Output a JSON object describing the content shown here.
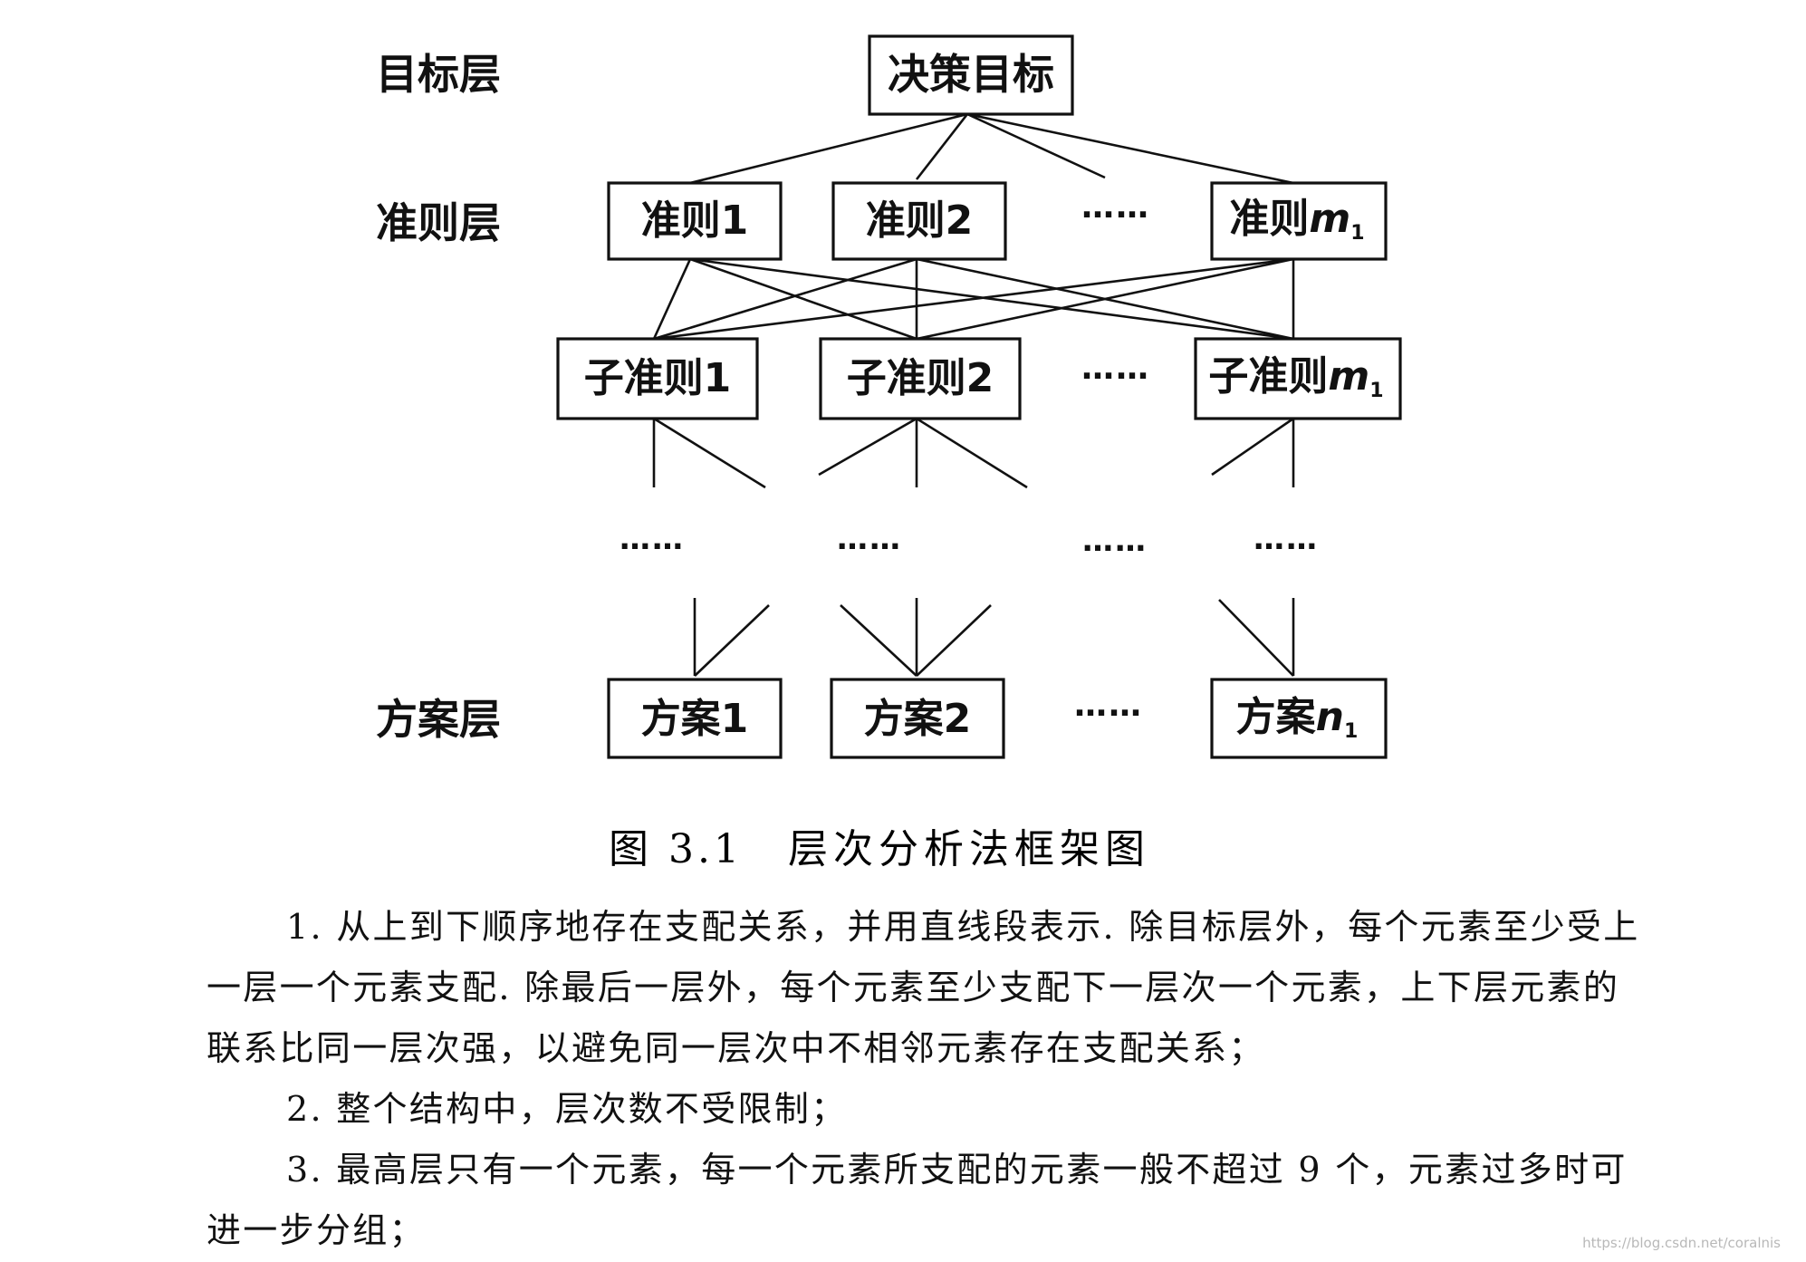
{
  "diagram": {
    "layer_labels": {
      "goal": "目标层",
      "criteria": "准则层",
      "alternatives": "方案层"
    },
    "goal_node": "决策目标",
    "criteria_nodes": {
      "c1": "准则1",
      "c2": "准则2",
      "cm_base": "准则",
      "cm_var": "m",
      "cm_sub": "1"
    },
    "subcriteria_nodes": {
      "s1": "子准则1",
      "s2": "子准则2",
      "sm_base": "子准则",
      "sm_var": "m",
      "sm_sub": "1"
    },
    "alternative_nodes": {
      "a1": "方案1",
      "a2": "方案2",
      "an_base": "方案",
      "an_var": "n",
      "an_sub": "1"
    },
    "ellipsis": "……",
    "mid_ellipsis": "……"
  },
  "caption": {
    "number": "图 3.1",
    "title": "层次分析法框架图"
  },
  "body_text": {
    "p1_line1": "1. 从上到下顺序地存在支配关系，并用直线段表示. 除目标层外，每个元素至少受上",
    "p1_line2": "一层一个元素支配. 除最后一层外，每个元素至少支配下一层次一个元素，上下层元素的",
    "p1_line3": "联系比同一层次强，以避免同一层次中不相邻元素存在支配关系；",
    "p2": "2. 整个结构中，层次数不受限制；",
    "p3_line1": "3. 最高层只有一个元素，每一个元素所支配的元素一般不超过 9 个，元素过多时可",
    "p3_line2": "进一步分组；"
  },
  "watermark": "https://blog.csdn.net/coralnis"
}
